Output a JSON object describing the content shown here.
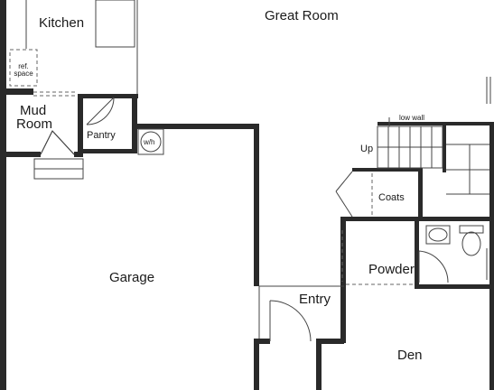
{
  "rooms": {
    "kitchen": "Kitchen",
    "great_room": "Great Room",
    "mud_room_line1": "Mud",
    "mud_room_line2": "Room",
    "pantry": "Pantry",
    "garage": "Garage",
    "entry": "Entry",
    "powder": "Powder",
    "den": "Den",
    "coats": "Coats"
  },
  "annotations": {
    "ref_space_line1": "ref.",
    "ref_space_line2": "space",
    "water_heater": "w/h",
    "low_wall": "low wall",
    "up": "Up"
  },
  "colors": {
    "wall": "#2a2a2a",
    "line": "#444444",
    "background": "#ffffff"
  }
}
